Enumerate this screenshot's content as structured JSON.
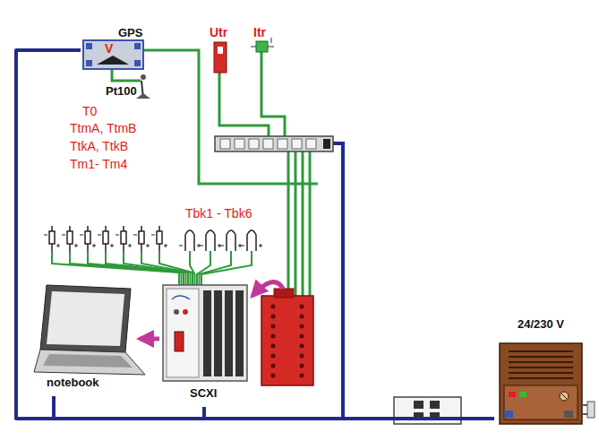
{
  "diagram": {
    "nodes": [
      {
        "text": [
          "GPS",
          "V"
        ]
      },
      {
        "text": [
          "Utr"
        ]
      },
      {
        "text": [
          "Itr"
        ]
      },
      {
        "text": [
          "notebook"
        ]
      },
      {
        "text": [
          "SCXI"
        ]
      },
      {
        "text": [
          "24/230 V"
        ]
      }
    ],
    "edges": [
      {
        "from": 4,
        "to": 3,
        "arrow": "to"
      },
      {
        "from": 5,
        "to": 0,
        "arrow": "none"
      },
      {
        "from": 5,
        "to": 3,
        "arrow": "none"
      },
      {
        "from": 5,
        "to": 4,
        "arrow": "none"
      }
    ],
    "labels": [
      "Pt100",
      "T0",
      "TtmA, TtmB",
      "TtkA, TtkB",
      "Tm1- Tm4",
      "Tbk1 - Tbk6"
    ]
  }
}
